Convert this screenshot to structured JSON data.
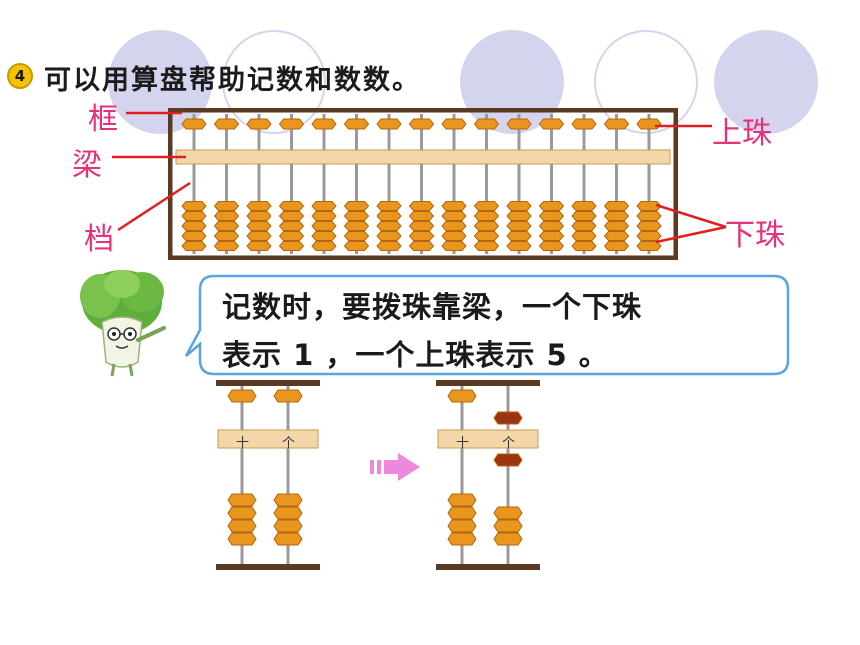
{
  "problem": {
    "number": "4",
    "text": "可以用算盘帮助记数和数数。"
  },
  "labels": {
    "frame": "框",
    "beam": "梁",
    "rod": "档",
    "upper_bead": "上珠",
    "lower_bead": "下珠"
  },
  "speech": {
    "line1": "记数时，要拨珠靠梁，一个下珠",
    "line2": "表示 1 ，一个上珠表示 5 。"
  },
  "small_abacus": {
    "tens_label": "十",
    "ones_label": "个"
  },
  "colors": {
    "bead": "#e8961e",
    "active_bead": "#9b3410",
    "frame": "#5a3a22",
    "beam": "#f4d7a8",
    "label_pink": "#e5307a",
    "bubble_border": "#5aa5dc"
  },
  "icons": {
    "mascot": "cabbage-mascot-icon",
    "arrow": "right-arrow-icon"
  }
}
